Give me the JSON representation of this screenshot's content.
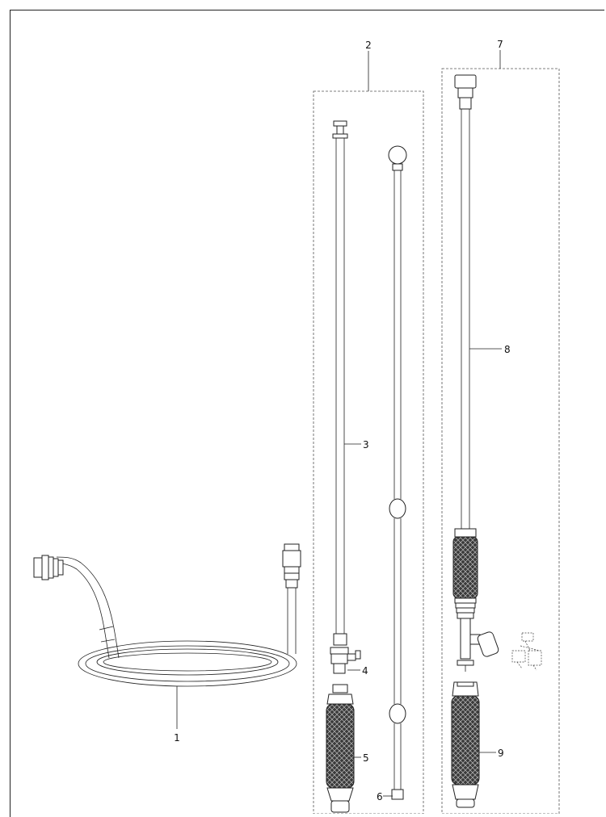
{
  "callouts": [
    {
      "id": "1",
      "text": "1"
    },
    {
      "id": "2",
      "text": "2"
    },
    {
      "id": "3",
      "text": "3"
    },
    {
      "id": "4",
      "text": "4"
    },
    {
      "id": "5",
      "text": "5"
    },
    {
      "id": "6",
      "text": "6"
    },
    {
      "id": "7",
      "text": "7"
    },
    {
      "id": "8",
      "text": "8"
    },
    {
      "id": "9",
      "text": "9"
    }
  ],
  "colors": {
    "line": "#222222",
    "dashed_box": "#555555",
    "grip": "#333333",
    "background": "#ffffff"
  }
}
